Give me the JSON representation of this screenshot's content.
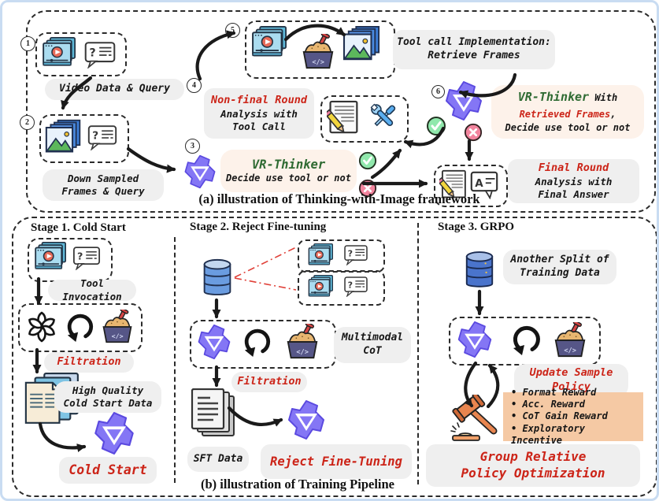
{
  "colors": {
    "accent_red": "#cc2418",
    "accent_green": "#2f6b33",
    "logo_purple": "#8476f5",
    "label_gray": "#efefef",
    "cream": "#fdf2ea",
    "reward_peach": "#f5c9a4",
    "frame_blue": "#c9dcf2"
  },
  "icons": {
    "sandbox_code": "</>",
    "query_mark": "?",
    "answer_letter": "A"
  },
  "panel_a": {
    "caption": "(a) illustration of Thinking-with-Image framework",
    "steps": [
      "1",
      "2",
      "3",
      "4",
      "5",
      "6"
    ],
    "video_data_query": "Video Data & Query",
    "down_sampled": "Down Sampled\nFrames & Query",
    "vr_thinker": "VR-Thinker",
    "decide": "Decide use tool or not",
    "non_final": "Non-final Round",
    "non_final_rest": "Analysis with\nTool Call",
    "tool_call_impl": "Tool call Implementation:\nRetrieve Frames",
    "vr_thinker2": "VR-Thinker",
    "with_word": " With",
    "retrieved": "Retrieved Frames",
    "comma": ",",
    "decide2": "Decide use tool or not",
    "final_round": "Final Round",
    "final_rest": "Analysis with\nFinal Answer"
  },
  "panel_b": {
    "caption": "(b) illustration of Training Pipeline",
    "stage1": {
      "title": "Stage 1. Cold Start",
      "tool_invocation": "Tool Invocation",
      "filtration": "Filtration",
      "high_quality": "High Quality\nCold Start Data",
      "cold_start": "Cold Start"
    },
    "stage2": {
      "title": "Stage 2. Reject Fine-tuning",
      "multimodal_cot": "Multimodal\nCoT",
      "filtration": "Filtration",
      "sft_data": "SFT Data",
      "reject_fine_tuning": "Reject Fine-Tuning"
    },
    "stage3": {
      "title": "Stage 3. GRPO",
      "another_split": "Another Split of\nTraining Data",
      "update_sample_policy": "Update Sample\nPolicy",
      "rewards": [
        "Format Reward",
        "Acc. Reward",
        "CoT Gain Reward",
        "Exploratory Incentive"
      ],
      "grpo": "Group Relative\nPolicy Optimization"
    }
  }
}
